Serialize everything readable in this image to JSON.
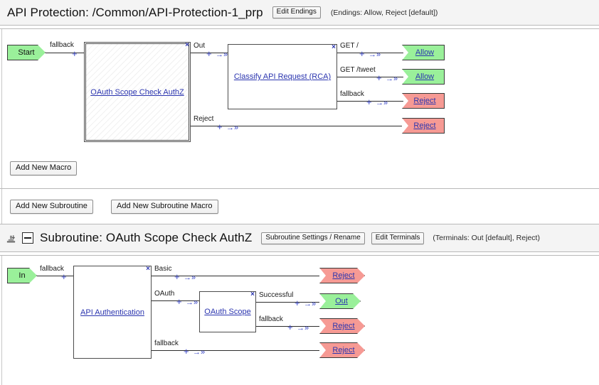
{
  "main_section": {
    "title": "API Protection: /Common/API-Protection-1_prp",
    "edit_endings_label": "Edit Endings",
    "endings_note": "(Endings: Allow, Reject [default])",
    "add_macro_label": "Add New Macro",
    "start_node": "Start",
    "nodes": [
      {
        "label": "OAuth Scope Check AuthZ",
        "type": "macro"
      },
      {
        "label": "Classify API Request (RCA)",
        "type": "rule"
      }
    ],
    "wire_labels": {
      "start_out": "fallback",
      "macro_out": "Out",
      "macro_reject": "Reject",
      "rca_get_root": "GET /",
      "rca_get_tweet": "GET /tweet",
      "rca_fallback": "fallback"
    },
    "endings": [
      {
        "label": "Allow",
        "color": "green"
      },
      {
        "label": "Allow",
        "color": "green"
      },
      {
        "label": "Reject",
        "color": "red"
      },
      {
        "label": "Reject",
        "color": "red"
      }
    ]
  },
  "subroutine_bar": {
    "add_subroutine_label": "Add New Subroutine",
    "add_subroutine_macro_label": "Add New Subroutine Macro"
  },
  "subroutine_section": {
    "title": "Subroutine: OAuth Scope Check AuthZ",
    "settings_label": "Subroutine Settings / Rename",
    "edit_terminals_label": "Edit Terminals",
    "terminals_note": "(Terminals: Out [default], Reject)",
    "in_node": "In",
    "nodes": [
      {
        "label": "API Authentication",
        "type": "rule"
      },
      {
        "label": "OAuth Scope",
        "type": "rule"
      }
    ],
    "wire_labels": {
      "in_out": "fallback",
      "auth_basic": "Basic",
      "auth_oauth": "OAuth",
      "auth_fallback": "fallback",
      "scope_successful": "Successful",
      "scope_fallback": "fallback"
    },
    "terminals": [
      {
        "label": "Reject",
        "color": "red"
      },
      {
        "label": "Out",
        "color": "green"
      },
      {
        "label": "Reject",
        "color": "red"
      },
      {
        "label": "Reject",
        "color": "red"
      }
    ]
  },
  "glyphs": {
    "plus": "+",
    "arrow": "→»",
    "close_x": "×"
  }
}
